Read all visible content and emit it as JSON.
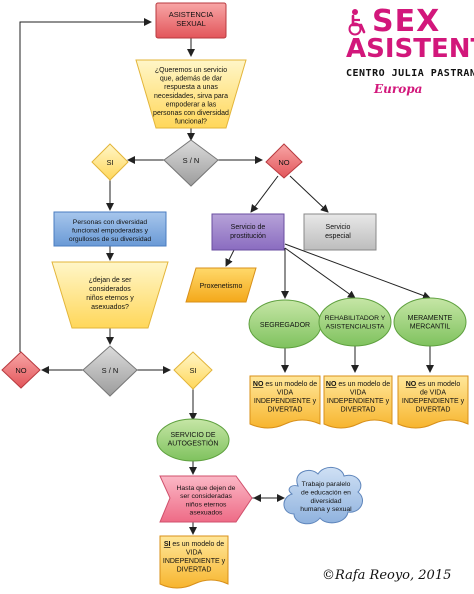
{
  "logo": {
    "line1": "SEX",
    "line2": "ASISTENT",
    "line3": "CENTRO JULIA PASTRANA",
    "line4": "Europa",
    "accent_color": "#d2177b"
  },
  "copyright": "©Rafa Reoyo, 2015",
  "nodes": {
    "asistencia": [
      "ASISTENCIA",
      "SEXUAL"
    ],
    "question1": [
      "¿Queremos un servicio",
      "que, además de dar",
      "respuesta a unas",
      "necesidades, sirva para",
      "empoderar a las",
      "personas con diversidad",
      "funcional?"
    ],
    "decision1": "S / N",
    "si1": "SI",
    "no1": "NO",
    "personas": [
      "Personas con diversidad",
      "funcional empoderadas y",
      "orgullosos de su diversidad"
    ],
    "servicio_prostitucion": [
      "Servicio de",
      "prostitución"
    ],
    "servicio_especial": [
      "Servicio",
      "especial"
    ],
    "question2": [
      "¿dejan de ser",
      "considerados",
      "niños eternos y",
      "asexuados?"
    ],
    "proxenetismo": "Proxenetismo",
    "segregador": "SEGREGADOR",
    "rehabilitador": [
      "REHABILITADOR Y",
      "ASISTENCIALISTA"
    ],
    "meramente": [
      "MERAMENTE",
      "MERCANTIL"
    ],
    "decision2": "S / N",
    "no2": "NO",
    "si2": "SI",
    "no_modelo_1": [
      "NO es un modelo de",
      "VIDA",
      "INDEPENDIENTE y",
      "DIVERTAD"
    ],
    "no_modelo_2": [
      "NO es un modelo de",
      "VIDA",
      "INDEPENDIENTE y",
      "DIVERTAD"
    ],
    "no_modelo_3": [
      "NO es un modelo",
      "de VIDA",
      "INDEPENDIENTE y",
      "DIVERTAD"
    ],
    "autogestion": [
      "SERVICIO DE",
      "AUTOGESTIÓN"
    ],
    "hasta_que": [
      "Hasta que dejen de",
      "ser consideradas",
      "niños eternos",
      "asexuados"
    ],
    "trabajo": [
      "Trabajo paralelo",
      "de educación en",
      "diversidad",
      "humana y sexual"
    ],
    "si_modelo": [
      "SI es un modelo de",
      "VIDA",
      "INDEPENDIENTE y",
      "DIVERTAD"
    ]
  }
}
